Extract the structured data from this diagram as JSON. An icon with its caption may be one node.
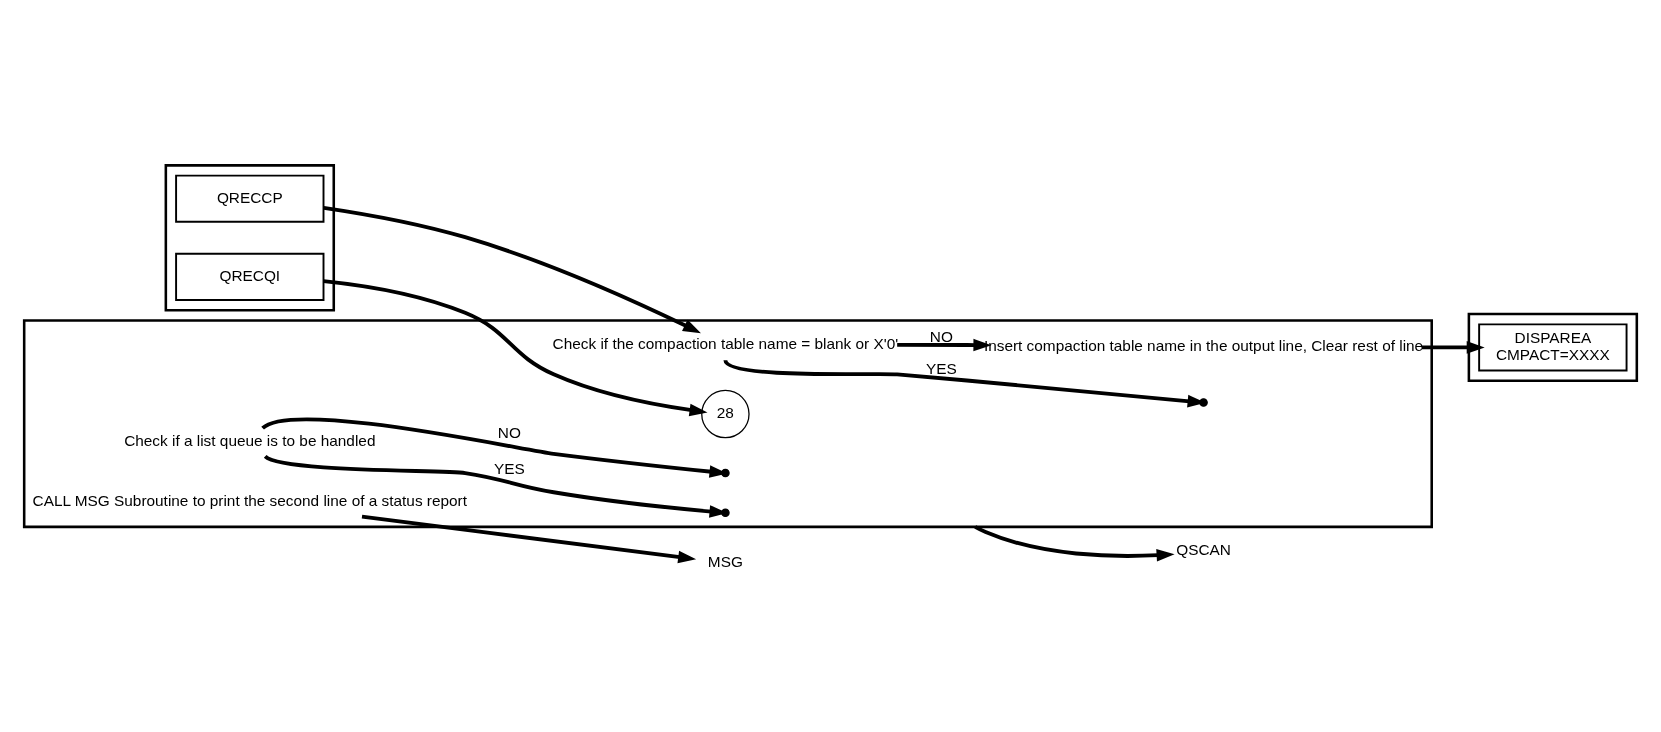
{
  "diagram": {
    "nodes": [
      {
        "text": [],
        "shape": "box"
      },
      {
        "text": [
          "QRECQI"
        ],
        "in": 0
      },
      {
        "text": [
          "QRECCP"
        ],
        "in": 0
      },
      {
        "text": [],
        "shape": "box"
      },
      {
        "text": [
          "28"
        ],
        "in": 3
      },
      {
        "text": [
          "Check if a list queue is to be handled"
        ],
        "in": 3
      },
      {
        "text": [
          "Check if the compaction table name = blank or X'0'"
        ],
        "in": 3
      },
      {
        "text": [
          "Insert compaction table name in the output line, Clear rest of line"
        ],
        "in": 3
      },
      {
        "text": [
          "CALL MSG Subroutine to print the second line of a status report"
        ],
        "in": 3
      },
      {
        "text": [
          "MSG"
        ]
      },
      {
        "text": [
          "QSCAN"
        ]
      },
      {
        "text": [],
        "shape": "box"
      },
      {
        "text": [
          "DISPAREA",
          "CMPACT=XXXX"
        ],
        "in": 11
      }
    ],
    "edges": [
      {
        "from": 1,
        "to": 4,
        "arrow": "to"
      },
      {
        "from": 5,
        "to": null,
        "arrow": "to",
        "label": "NO"
      },
      {
        "from": 5,
        "to": null,
        "arrow": "to",
        "label": "YES"
      },
      {
        "from": 2,
        "to": 6,
        "arrow": "to"
      },
      {
        "from": 6,
        "to": null,
        "arrow": "to",
        "label": "YES"
      },
      {
        "from": 6,
        "to": 7,
        "arrow": "to",
        "label": "NO"
      },
      {
        "from": 7,
        "to": 12,
        "arrow": "to"
      },
      {
        "from": 8,
        "to": 9,
        "arrow": "to"
      },
      {
        "from": 3,
        "to": 10,
        "arrow": "to"
      }
    ]
  }
}
